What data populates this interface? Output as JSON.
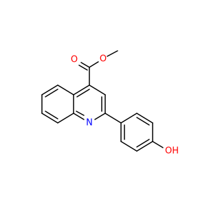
{
  "molecule": {
    "atoms": {
      "ester_o_carbonyl": {
        "label": "O",
        "color": "#ff0000"
      },
      "ester_o_methoxy": {
        "label": "O",
        "color": "#ff0000"
      },
      "ring_n": {
        "label": "N",
        "color": "#0000ff"
      },
      "hydroxyl": {
        "label": "OH",
        "color": "#ff0000"
      }
    },
    "bond_color": "#000000"
  }
}
